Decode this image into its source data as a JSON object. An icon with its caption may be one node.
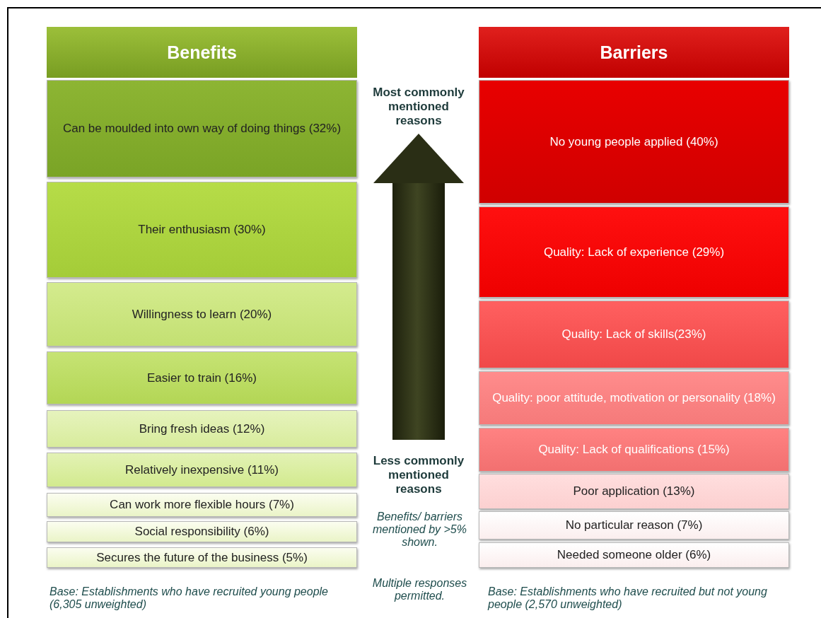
{
  "diagram": {
    "nodes": [
      {
        "text": [
          "Benefits"
        ]
      },
      {
        "text": [
          "Can be moulded into own way of doing things (32%)"
        ]
      },
      {
        "text": [
          "Their enthusiasm (30%)"
        ]
      },
      {
        "text": [
          "Willingness to learn (20%)"
        ]
      },
      {
        "text": [
          "Easier to train (16%)"
        ]
      },
      {
        "text": [
          "Bring fresh ideas (12%)"
        ]
      },
      {
        "text": [
          "Relatively inexpensive (11%)"
        ]
      },
      {
        "text": [
          "Can work more flexible hours (7%)"
        ]
      },
      {
        "text": [
          "Social responsibility (6%)"
        ]
      },
      {
        "text": [
          "Secures the future of the business (5%)"
        ]
      },
      {
        "text": [
          "Barriers"
        ]
      },
      {
        "text": [
          "No young people applied (40%)"
        ]
      },
      {
        "text": [
          "Quality: Lack of experience (29%)"
        ]
      },
      {
        "text": [
          "Quality: Lack of skills(23%)"
        ]
      },
      {
        "text": [
          "Quality: poor  attitude, motivation or personality (18%)"
        ]
      },
      {
        "text": [
          "Quality: Lack of qualifications (15%)"
        ]
      },
      {
        "text": [
          "Poor application (13%)"
        ]
      },
      {
        "text": [
          "No particular reason (7%)"
        ]
      },
      {
        "text": [
          "Needed someone older (6%)"
        ]
      },
      {
        "text": [
          "Most commonly mentioned reasons"
        ]
      },
      {
        "text": [
          "Less commonly mentioned reasons"
        ]
      }
    ],
    "edges": [
      {
        "from": 20,
        "to": 19,
        "arrow": "to",
        "style": "thick"
      }
    ],
    "labels": [
      "Benefits/ barriers mentioned by >5% shown.",
      "Base: Establishments who have recruited young people (6,305 unweighted)",
      "Multiple responses permitted.",
      "Base: Establishments who have recruited  but not young people (2,570 unweighted)"
    ]
  }
}
